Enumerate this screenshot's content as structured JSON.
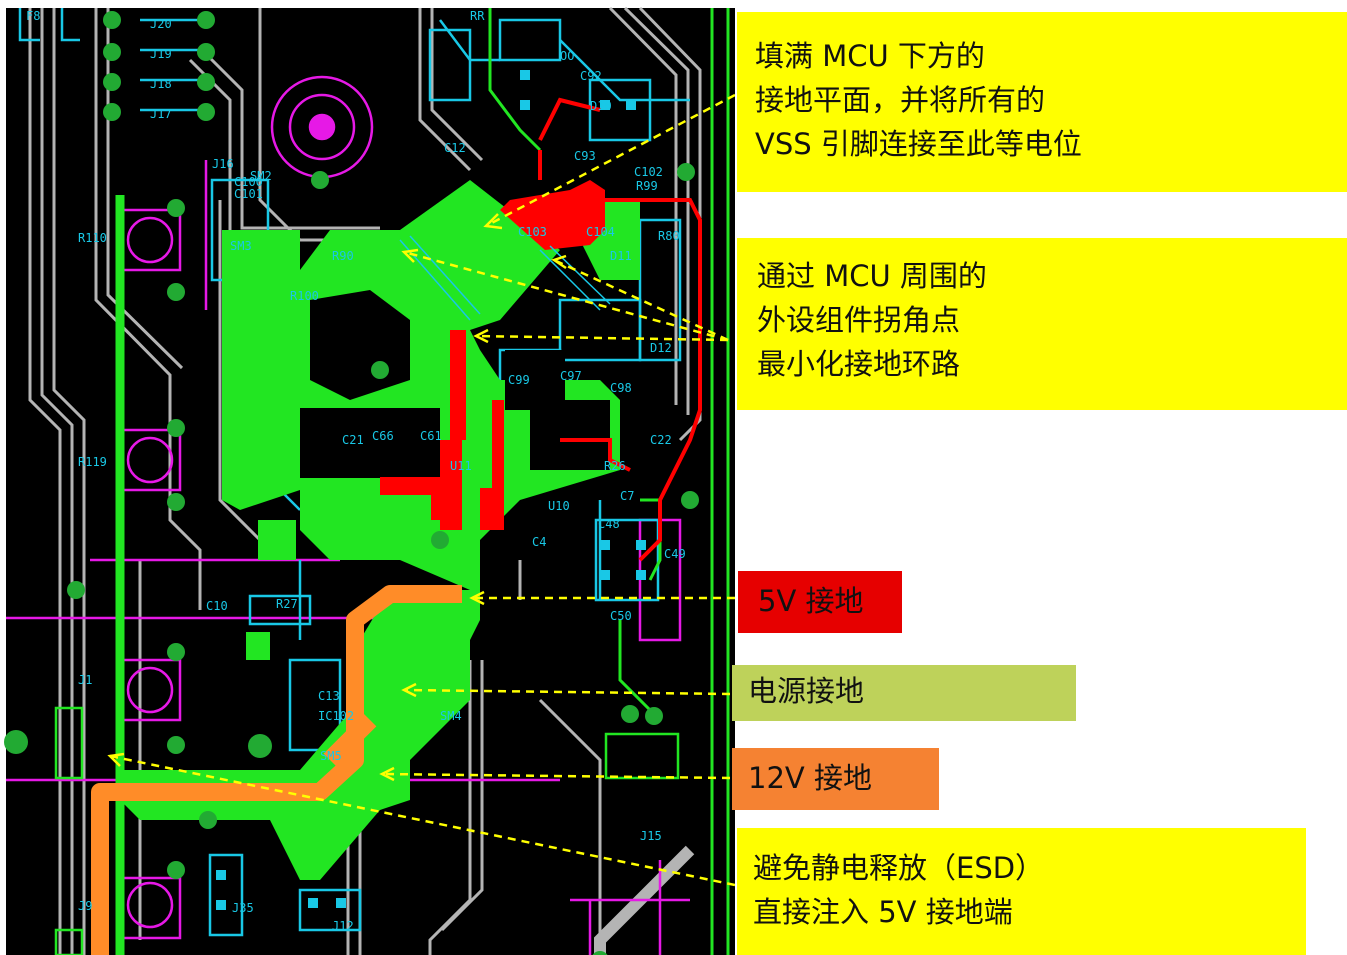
{
  "colors": {
    "board": "#000000",
    "ground_plane": "#22e622",
    "trace_cyan": "#19c8e6",
    "trace_magenta": "#e619e6",
    "trace_gray": "#b4b4b4",
    "net_red": "#ff0000",
    "net_orange": "#ff8c28",
    "callout_yellow": "#ffff00",
    "callout_red": "#e60000",
    "callout_green": "#bed25a",
    "callout_orange": "#f58232",
    "arrow": "#ffff00"
  },
  "board_labels": [
    "J20",
    "J19",
    "J18",
    "J17",
    "J16",
    "C100",
    "C101",
    "C92",
    "C93",
    "C102",
    "C103",
    "C104",
    "C61",
    "C66",
    "C97",
    "C98",
    "C99",
    "C48",
    "C49",
    "C50",
    "C13",
    "C10",
    "C21",
    "C22",
    "C12",
    "C7",
    "C4",
    "R26",
    "R27",
    "R80",
    "R90",
    "R99",
    "R100",
    "R110",
    "R119",
    "J1",
    "J9",
    "J15",
    "J35",
    "J12",
    "U10",
    "U11",
    "SM5",
    "SM4",
    "SM3",
    "SM2",
    "IC102",
    "D10",
    "D11",
    "D12",
    "F8",
    "RR",
    "OO"
  ],
  "callouts": {
    "mcu_plane": {
      "lines": [
        "填满 MCU 下方的",
        "接地平面，并将所有的",
        "VSS 引脚连接至此等电位"
      ],
      "color": "#ffff00"
    },
    "ground_loop": {
      "lines": [
        "通过 MCU 周围的",
        "外设组件拐角点",
        "最小化接地环路"
      ],
      "color": "#ffff00"
    },
    "gnd_5v": {
      "text": "5V 接地",
      "color": "#e60000"
    },
    "gnd_power": {
      "text": "电源接地",
      "color": "#bed25a"
    },
    "gnd_12v": {
      "text": "12V 接地",
      "color": "#f58232"
    },
    "esd": {
      "lines": [
        "避免静电释放（ESD）",
        "直接注入 5V 接地端"
      ],
      "color": "#ffff00"
    }
  }
}
